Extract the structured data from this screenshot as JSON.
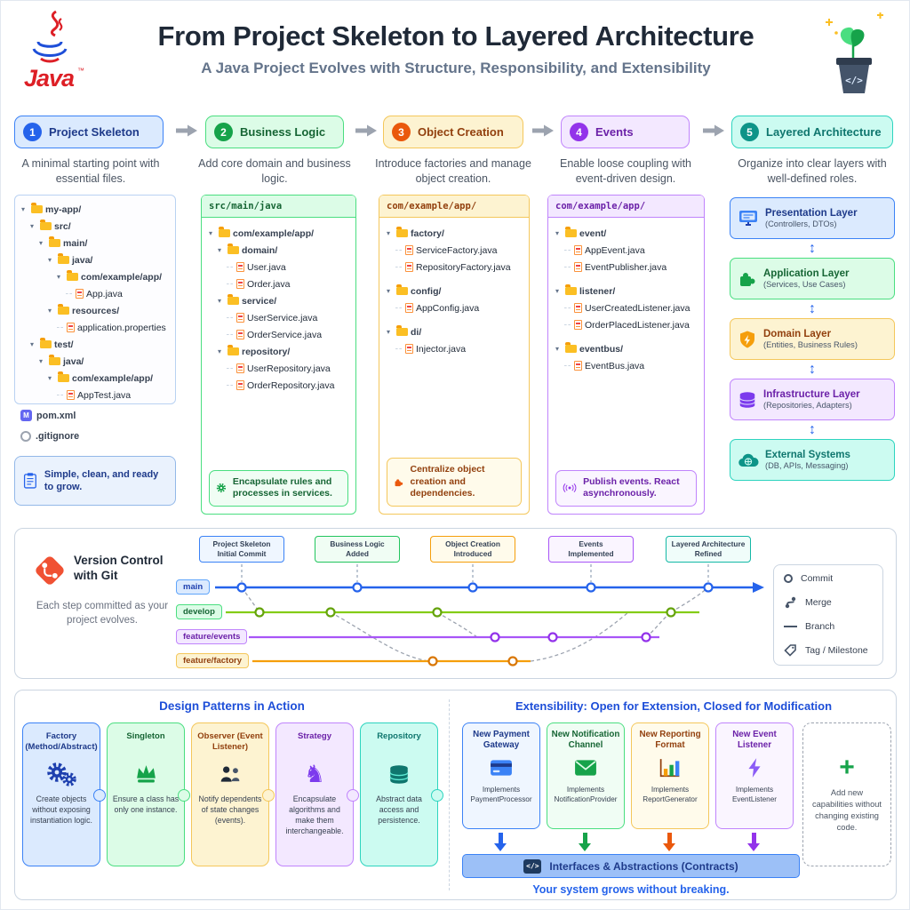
{
  "icons": {
    "code_glyph": "</>"
  },
  "header": {
    "title": "From Project Skeleton to Layered Architecture",
    "subtitle": "A Java Project Evolves with Structure, Responsibility, and Extensibility",
    "java_wordmark": "Java",
    "java_tm": "™"
  },
  "steps": [
    {
      "num": "1",
      "title": "Project Skeleton",
      "desc": "A minimal starting point with essential files.",
      "theme": "blue"
    },
    {
      "num": "2",
      "title": "Business Logic",
      "desc": "Add core domain and business logic.",
      "theme": "green"
    },
    {
      "num": "3",
      "title": "Object Creation",
      "desc": "Introduce factories and manage object creation.",
      "theme": "yellow"
    },
    {
      "num": "4",
      "title": "Events",
      "desc": "Enable loose coupling with event-driven design.",
      "theme": "purple"
    },
    {
      "num": "5",
      "title": "Layered Architecture",
      "desc": "Organize into clear layers with well-defined roles.",
      "theme": "teal"
    }
  ],
  "col1": {
    "tree": [
      {
        "depth": 0,
        "type": "folder",
        "label": "my-app/"
      },
      {
        "depth": 1,
        "type": "folder",
        "label": "src/"
      },
      {
        "depth": 2,
        "type": "folder",
        "label": "main/"
      },
      {
        "depth": 3,
        "type": "folder",
        "label": "java/"
      },
      {
        "depth": 4,
        "type": "folder",
        "label": "com/example/app/"
      },
      {
        "depth": 5,
        "type": "file",
        "label": "App.java"
      },
      {
        "depth": 3,
        "type": "folder",
        "label": "resources/"
      },
      {
        "depth": 4,
        "type": "file",
        "label": "application.properties"
      },
      {
        "depth": 1,
        "type": "folder",
        "label": "test/"
      },
      {
        "depth": 2,
        "type": "folder",
        "label": "java/"
      },
      {
        "depth": 3,
        "type": "folder",
        "label": "com/example/app/"
      },
      {
        "depth": 4,
        "type": "file",
        "label": "AppTest.java"
      }
    ],
    "pom": "pom.xml",
    "gitignore": ".gitignore",
    "note": "Simple, clean, and ready to grow."
  },
  "col2": {
    "header": "src/main/java",
    "tree": [
      {
        "depth": 0,
        "type": "folder",
        "label": "com/example/app/"
      },
      {
        "depth": 1,
        "type": "folder",
        "label": "domain/"
      },
      {
        "depth": 2,
        "type": "file",
        "label": "User.java"
      },
      {
        "depth": 2,
        "type": "file",
        "label": "Order.java"
      },
      {
        "depth": 1,
        "type": "folder",
        "label": "service/"
      },
      {
        "depth": 2,
        "type": "file",
        "label": "UserService.java"
      },
      {
        "depth": 2,
        "type": "file",
        "label": "OrderService.java"
      },
      {
        "depth": 1,
        "type": "folder",
        "label": "repository/"
      },
      {
        "depth": 2,
        "type": "file",
        "label": "UserRepository.java"
      },
      {
        "depth": 2,
        "type": "file",
        "label": "OrderRepository.java"
      }
    ],
    "note": "Encapsulate rules and processes in services."
  },
  "col3": {
    "header": "com/example/app/",
    "tree": [
      {
        "depth": 0,
        "type": "folder",
        "label": "factory/"
      },
      {
        "depth": 1,
        "type": "file",
        "label": "ServiceFactory.java"
      },
      {
        "depth": 1,
        "type": "file",
        "label": "RepositoryFactory.java"
      },
      {
        "depth": 0,
        "type": "folder",
        "label": "config/"
      },
      {
        "depth": 1,
        "type": "file",
        "label": "AppConfig.java"
      },
      {
        "depth": 0,
        "type": "folder",
        "label": "di/"
      },
      {
        "depth": 1,
        "type": "file",
        "label": "Injector.java"
      }
    ],
    "note": "Centralize object creation and dependencies."
  },
  "col4": {
    "header": "com/example/app/",
    "tree": [
      {
        "depth": 0,
        "type": "folder",
        "label": "event/"
      },
      {
        "depth": 1,
        "type": "file",
        "label": "AppEvent.java"
      },
      {
        "depth": 1,
        "type": "file",
        "label": "EventPublisher.java"
      },
      {
        "depth": 0,
        "type": "folder",
        "label": "listener/"
      },
      {
        "depth": 1,
        "type": "file",
        "label": "UserCreatedListener.java"
      },
      {
        "depth": 1,
        "type": "file",
        "label": "OrderPlacedListener.java"
      },
      {
        "depth": 0,
        "type": "folder",
        "label": "eventbus/"
      },
      {
        "depth": 1,
        "type": "file",
        "label": "EventBus.java"
      }
    ],
    "note": "Publish events. React asynchronously."
  },
  "layers": [
    {
      "title": "Presentation Layer",
      "sub": "(Controllers, DTOs)"
    },
    {
      "title": "Application Layer",
      "sub": "(Services, Use Cases)"
    },
    {
      "title": "Domain Layer",
      "sub": "(Entities, Business Rules)"
    },
    {
      "title": "Infrastructure Layer",
      "sub": "(Repositories, Adapters)"
    },
    {
      "title": "External Systems",
      "sub": "(DB, APIs, Messaging)"
    }
  ],
  "git": {
    "title": "Version Control with Git",
    "desc": "Each step committed as your project evolves.",
    "milestones": [
      {
        "l1": "Project Skeleton",
        "l2": "Initial Commit"
      },
      {
        "l1": "Business Logic",
        "l2": "Added"
      },
      {
        "l1": "Object Creation",
        "l2": "Introduced"
      },
      {
        "l1": "Events",
        "l2": "Implemented"
      },
      {
        "l1": "Layered Architecture",
        "l2": "Refined"
      }
    ],
    "branches": [
      "main",
      "develop",
      "feature/events",
      "feature/factory"
    ],
    "legend": [
      "Commit",
      "Merge",
      "Branch",
      "Tag / Milestone"
    ]
  },
  "patterns": {
    "title": "Design Patterns in Action",
    "cards": [
      {
        "title": "Factory (Method/Abstract)",
        "desc": "Create objects without exposing instantiation logic."
      },
      {
        "title": "Singleton",
        "desc": "Ensure a class has only one instance."
      },
      {
        "title": "Observer (Event Listener)",
        "desc": "Notify dependents of state changes (events)."
      },
      {
        "title": "Strategy",
        "desc": "Encapsulate algorithms and make them interchangeable."
      },
      {
        "title": "Repository",
        "desc": "Abstract data access and persistence."
      }
    ]
  },
  "extensibility": {
    "title": "Extensibility: Open for Extension, Closed for Modification",
    "cards": [
      {
        "title": "New Payment Gateway",
        "impl": "Implements PaymentProcessor"
      },
      {
        "title": "New Notification Channel",
        "impl": "Implements NotificationProvider"
      },
      {
        "title": "New Reporting Format",
        "impl": "Implements ReportGenerator"
      },
      {
        "title": "New Event Listener",
        "impl": "Implements EventListener"
      }
    ],
    "add_note": "Add new capabilities without changing existing code.",
    "contracts": "Interfaces & Abstractions (Contracts)",
    "footer": "Your system grows without breaking."
  }
}
